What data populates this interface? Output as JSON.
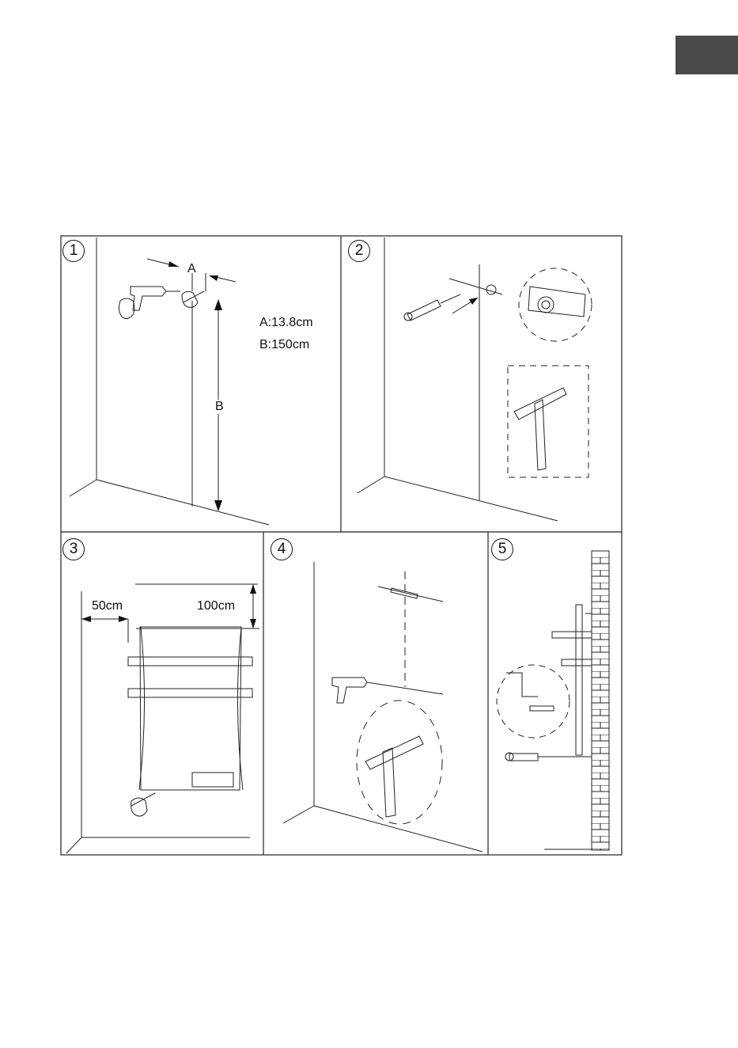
{
  "colors": {
    "tab": "#4a4a4a",
    "line": "#222222"
  },
  "steps": [
    {
      "number": "1",
      "labels": {
        "a": "A",
        "b": "B",
        "a_value": "A:13.8cm",
        "b_value": "B:150cm"
      }
    },
    {
      "number": "2"
    },
    {
      "number": "3",
      "labels": {
        "left": "50cm",
        "top": "100cm"
      }
    },
    {
      "number": "4"
    },
    {
      "number": "5"
    }
  ]
}
